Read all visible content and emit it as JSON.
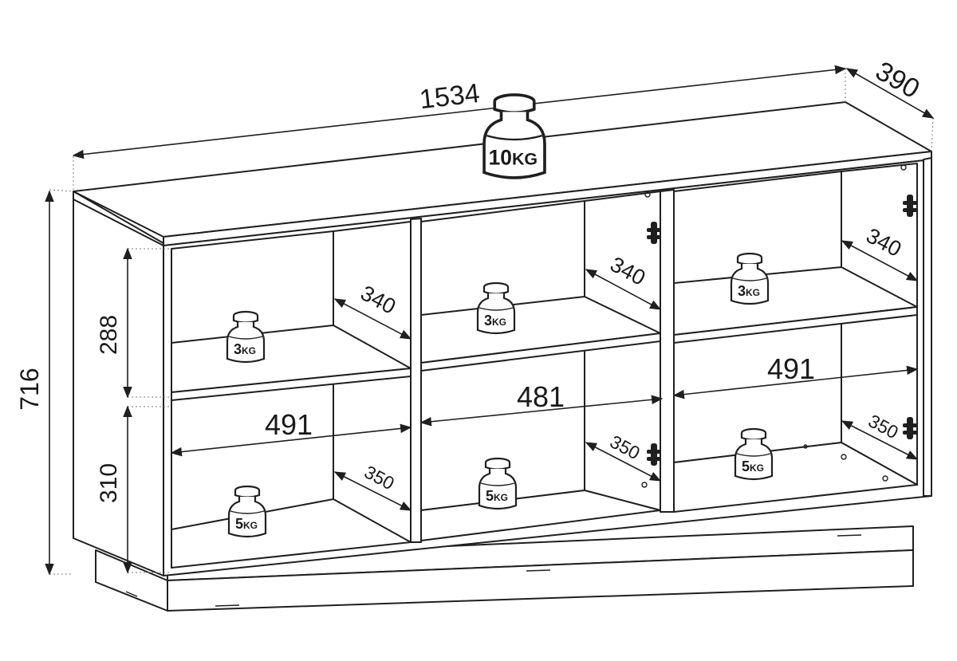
{
  "dimensions": {
    "width": "1534",
    "depth": "390",
    "height": "716",
    "upper_shelf_height": "288",
    "lower_shelf_height": "310",
    "left_compartment_width": "491",
    "middle_compartment_width": "481",
    "right_compartment_width": "491",
    "upper_left_depth": "340",
    "upper_middle_depth": "340",
    "upper_right_depth": "340",
    "lower_left_depth": "350",
    "lower_middle_depth": "350",
    "lower_right_depth": "350"
  },
  "weights": {
    "top": {
      "value": "10",
      "unit": "KG"
    },
    "upper_left": {
      "value": "3",
      "unit": "KG"
    },
    "upper_middle": {
      "value": "3",
      "unit": "KG"
    },
    "upper_right": {
      "value": "3",
      "unit": "KG"
    },
    "lower_left": {
      "value": "5",
      "unit": "KG"
    },
    "lower_middle": {
      "value": "5",
      "unit": "KG"
    },
    "lower_right": {
      "value": "5",
      "unit": "KG"
    }
  }
}
